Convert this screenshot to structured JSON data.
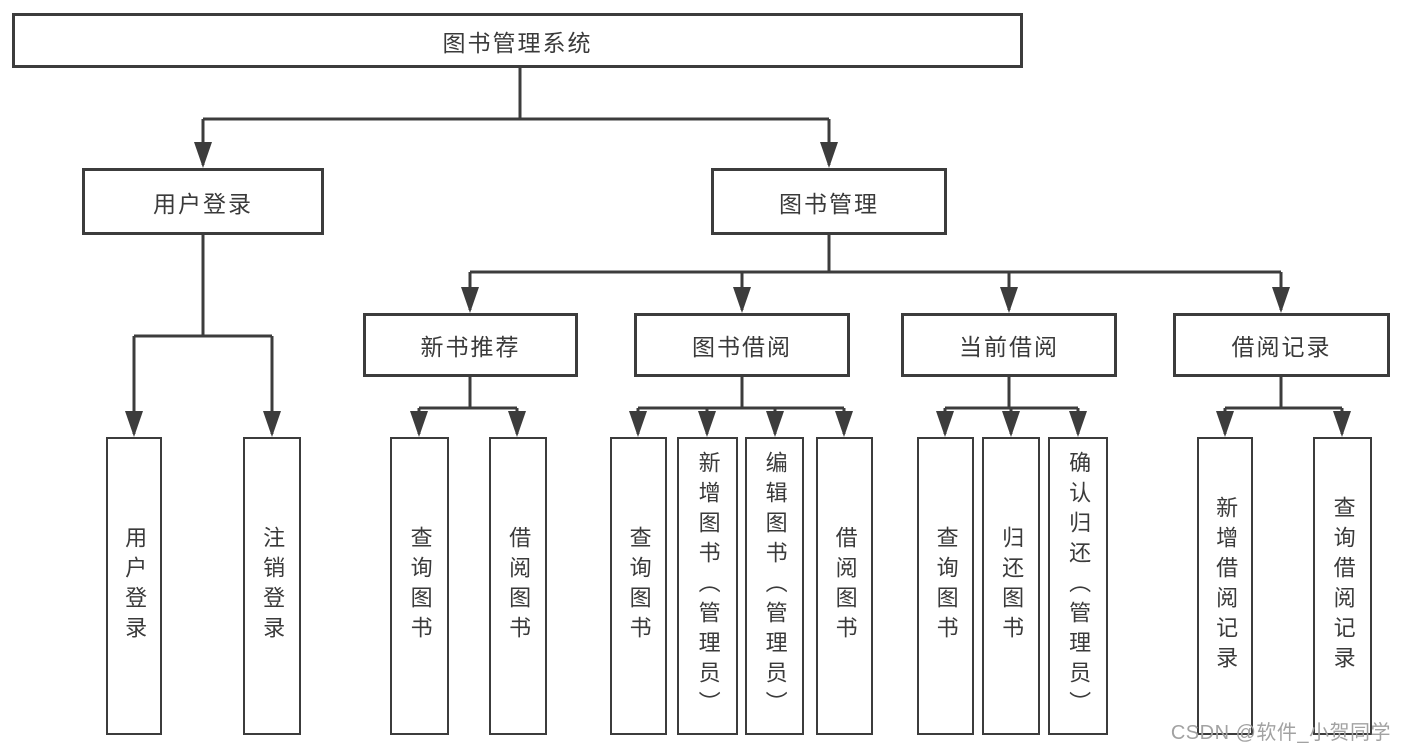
{
  "diagram": {
    "root": {
      "label": "图书管理系统",
      "children": [
        {
          "label": "用户登录",
          "children": [
            {
              "label": "用户登录"
            },
            {
              "label": "注销登录"
            }
          ]
        },
        {
          "label": "图书管理",
          "children": [
            {
              "label": "新书推荐",
              "children": [
                {
                  "label": "查询图书"
                },
                {
                  "label": "借阅图书"
                }
              ]
            },
            {
              "label": "图书借阅",
              "children": [
                {
                  "label": "查询图书"
                },
                {
                  "label": "新增图书（管理员）"
                },
                {
                  "label": "编辑图书（管理员）"
                },
                {
                  "label": "借阅图书"
                }
              ]
            },
            {
              "label": "当前借阅",
              "children": [
                {
                  "label": "查询图书"
                },
                {
                  "label": "归还图书"
                },
                {
                  "label": "确认归还（管理员）"
                }
              ]
            },
            {
              "label": "借阅记录",
              "children": [
                {
                  "label": "新增借阅记录"
                },
                {
                  "label": "查询借阅记录"
                }
              ]
            }
          ]
        }
      ]
    }
  },
  "watermark": {
    "label": "CSDN @软件_小贺同学"
  },
  "colors": {
    "line": "#3c3c3c",
    "text": "#3a3a3a",
    "background": "#ffffff",
    "watermark": "#a2a2a2"
  }
}
